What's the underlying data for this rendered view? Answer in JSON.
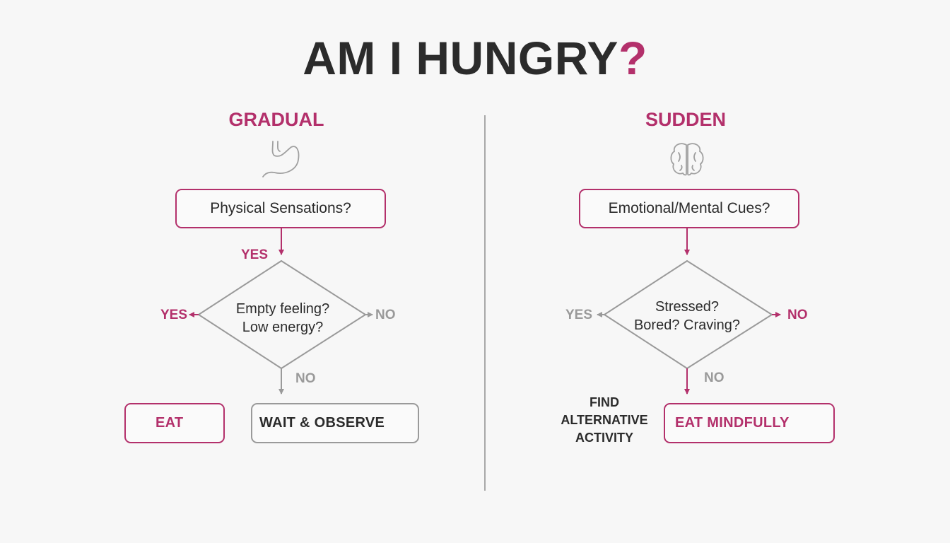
{
  "title": {
    "main": "AM I HUNGRY",
    "accent": "?"
  },
  "colors": {
    "accent": "#b3306b",
    "neutral": "#9a9a9a",
    "text": "#2b2b2b"
  },
  "left": {
    "heading": "GRADUAL",
    "icon": "stomach-icon",
    "question": "Physical Sensations?",
    "yes_label": "YES",
    "diamond": {
      "line1": "Empty feeling?",
      "line2": "Low energy?"
    },
    "diamond_yes": "YES",
    "diamond_no": "NO",
    "bottom_no": "NO",
    "eat_label": "EAT",
    "eat_icon": "fork-knife-icon",
    "wait_label": "WAIT & OBSERVE",
    "wait_icon": "clock-icon"
  },
  "right": {
    "heading": "SUDDEN",
    "icon": "brain-icon",
    "question": "Emotional/Mental Cues?",
    "diamond": {
      "line1": "Stressed?",
      "line2": "Bored? Craving?"
    },
    "diamond_yes": "YES",
    "diamond_no": "NO",
    "bottom_no": "NO",
    "alt": {
      "line1": "FIND",
      "line2": "ALTERNATIVE",
      "line3": "ACTIVITY"
    },
    "mindful_label": "EAT MINDFULLY",
    "mindful_icon": "leaf-icon"
  }
}
